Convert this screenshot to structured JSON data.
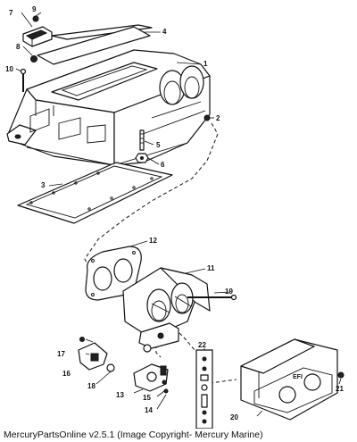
{
  "footer": {
    "text": "MercuryPartsOnline v2.5.1 (Image Copyright- Mercury Marine)"
  },
  "callouts": {
    "c1": "1",
    "c2": "2",
    "c3": "3",
    "c4": "4",
    "c5": "5",
    "c6": "6",
    "c7": "7",
    "c8": "8",
    "c9": "9",
    "c10": "10",
    "c11": "11",
    "c12": "12",
    "c13": "13",
    "c14": "14",
    "c15": "15",
    "c16": "16",
    "c17": "17",
    "c18": "18",
    "c19": "19",
    "c20": "20",
    "c21": "21",
    "c22": "22"
  },
  "logo_text": "EFI"
}
